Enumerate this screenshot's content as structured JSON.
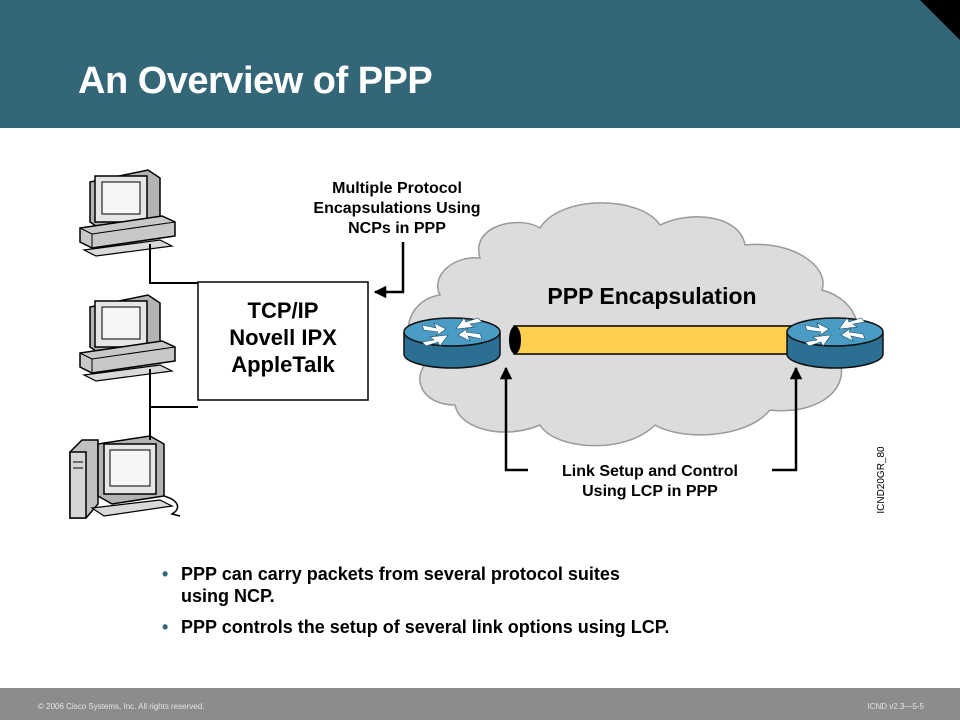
{
  "slide": {
    "title": "An Overview of PPP",
    "colors": {
      "header": "#336677",
      "footer": "#8c8c8c",
      "link": "#ffd050",
      "router": "#3b8db5",
      "cloud": "#dcdcdc"
    }
  },
  "diagram": {
    "ncp_callout": [
      "Multiple Protocol",
      "Encapsulations Using",
      "NCPs in PPP"
    ],
    "protocols": [
      "TCP/IP",
      "Novell IPX",
      "AppleTalk"
    ],
    "encapsulation_label": "PPP Encapsulation",
    "lcp_callout": [
      "Link Setup and Control",
      "Using LCP in PPP"
    ],
    "figure_id": "ICND20GR_80",
    "icons": [
      "desktop-computer-icon",
      "desktop-computer-icon",
      "tower-computer-icon",
      "router-icon",
      "router-icon",
      "cloud-icon"
    ]
  },
  "bullets": [
    {
      "lines": [
        "PPP can carry packets from several protocol suites",
        "using NCP."
      ]
    },
    {
      "lines": [
        "PPP controls the setup of several link options using LCP."
      ]
    }
  ],
  "bullet_glyph": "•",
  "footer": {
    "copyright": "© 2006 Cisco Systems, Inc. All rights reserved.",
    "slide_id": "ICND v2.3—5-5"
  }
}
